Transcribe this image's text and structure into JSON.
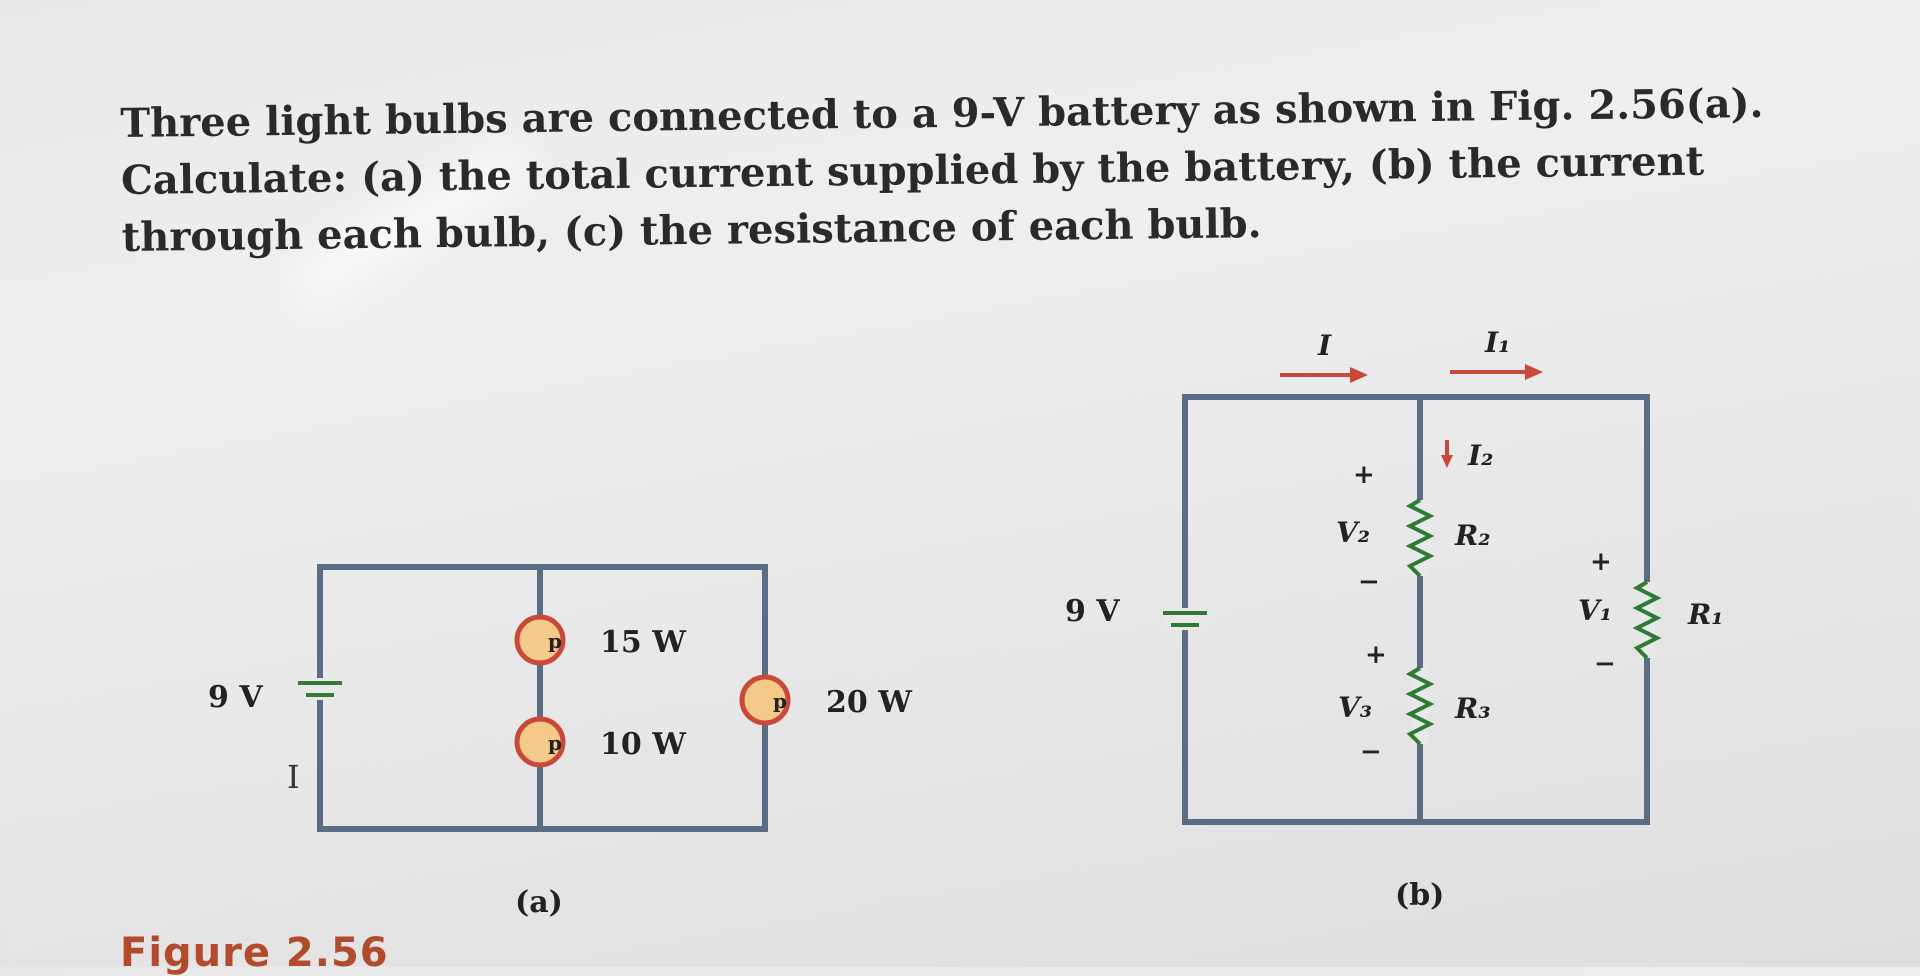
{
  "problem": {
    "line1": "Three light bulbs are connected to a 9-V battery as shown in Fig. 2.56(a).",
    "line2": "Calculate: (a) the total current supplied by the battery, (b) the current",
    "line3": "through each bulb, (c) the resistance of each bulb."
  },
  "figure_a": {
    "battery_label": "9 V",
    "bulb_symbol": "p",
    "bulb_top_label": "15 W",
    "bulb_bottom_label": "10 W",
    "bulb_right_label": "20 W",
    "caption": "(a)",
    "bulb_color": "#f5c98a",
    "bulb_ring_color": "#c8483a",
    "wire_color": "#5a6d85"
  },
  "figure_b": {
    "battery_label": "9 V",
    "current_total": "I",
    "current_1": "I₁",
    "current_2": "I₂",
    "v2_label": "V₂",
    "r2_label": "R₂",
    "v3_label": "V₃",
    "r3_label": "R₃",
    "v1_label": "V₁",
    "r1_label": "R₁",
    "plus": "+",
    "minus": "−",
    "caption": "(b)",
    "resistor_color": "#2f7a35",
    "arrow_color": "#c8483a"
  },
  "figure_number": "Figure 2.56",
  "cursor_glyph": "I"
}
